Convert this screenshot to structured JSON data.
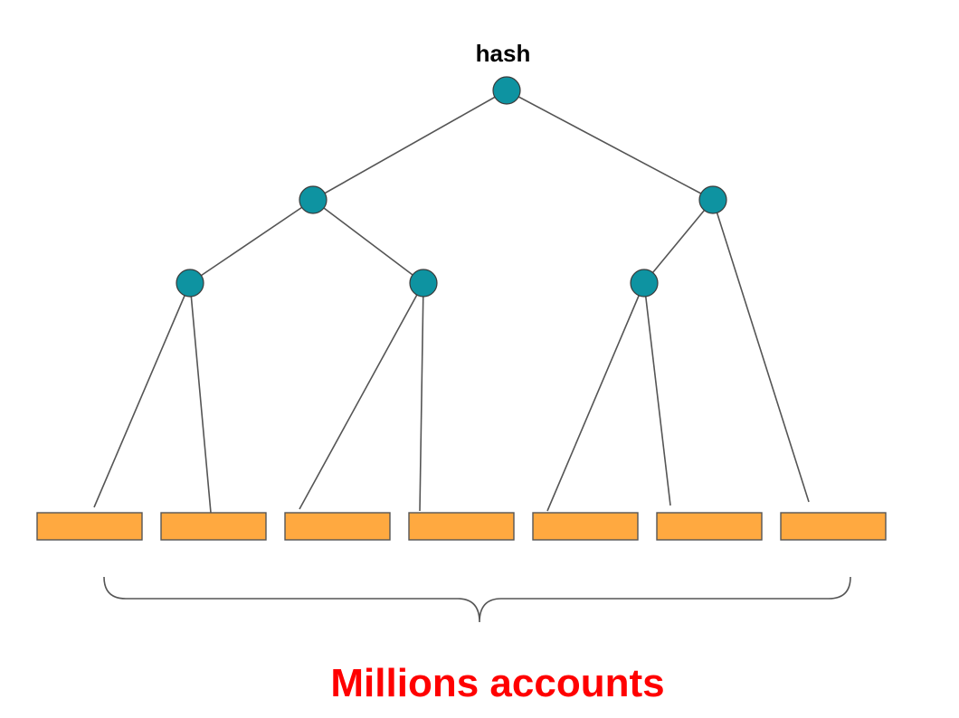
{
  "tree": {
    "root_label": "hash",
    "node_color": "#0E93A1",
    "leaf_color": "#FFA940",
    "leaf_count": 7,
    "internal_node_count": 6
  },
  "caption": {
    "text": "Millions accounts",
    "color": "#FF0000"
  }
}
